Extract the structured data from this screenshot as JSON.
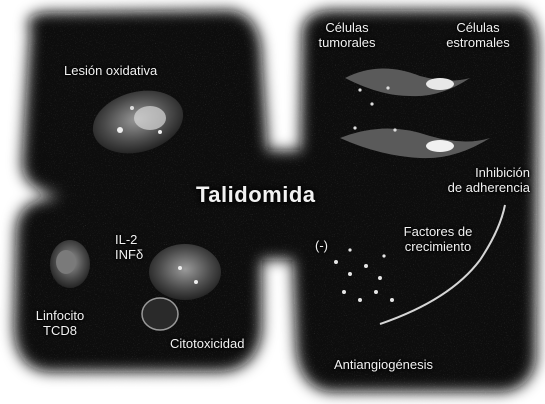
{
  "center": {
    "title": "Talidomida"
  },
  "labels": {
    "oxidative": "Lesión oxidativa",
    "tumor_cells_1": "Células",
    "tumor_cells_2": "tumorales",
    "stromal_cells_1": "Células",
    "stromal_cells_2": "estromales",
    "adhesion_1": "Inhibición",
    "adhesion_2": "de adherencia",
    "growth_1": "Factores de",
    "growth_2": "crecimiento",
    "inhibit_sign": "(-)",
    "il2": "IL-2",
    "inf": "INFδ",
    "lympho_1": "Linfocito",
    "lympho_2": "TCD8",
    "cytotox": "Citotoxicidad",
    "angio": "Antiangiogénesis"
  },
  "colors": {
    "background": "#ffffff",
    "panel": "#0a0a0a",
    "text": "#f2f2f2"
  }
}
